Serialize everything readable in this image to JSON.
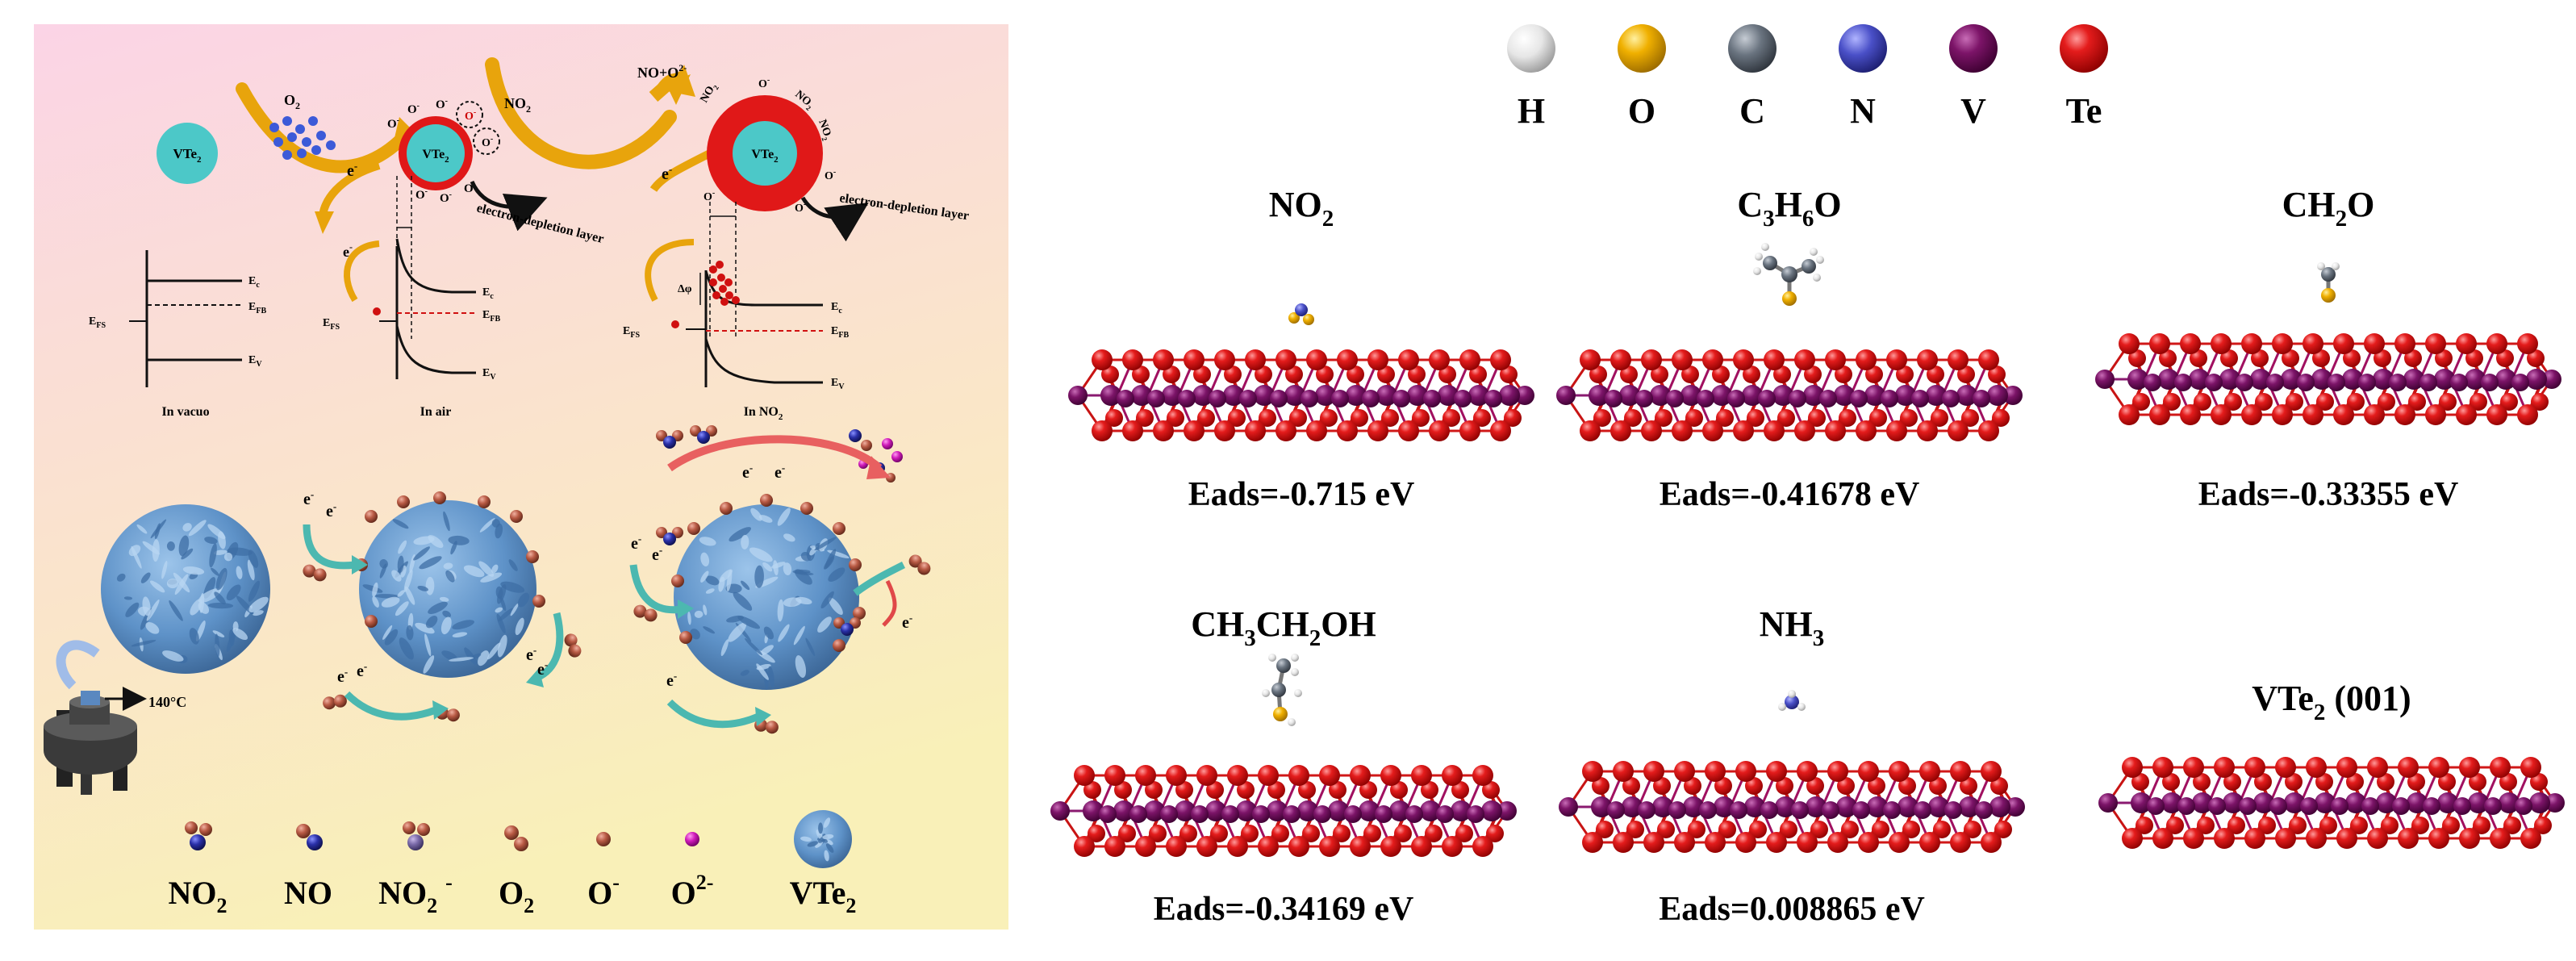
{
  "left_panel": {
    "core_label": "VTe",
    "core_sub": "2",
    "gas_o2": "O",
    "gas_o2_sub": "2",
    "gas_no2": "NO",
    "gas_no2_sub": "2",
    "product": "NO+O",
    "product_sup": "2-",
    "electron": "e",
    "electron_sup": "-",
    "ion_o": "O",
    "ion_sup": "-",
    "ion_no2": "NO",
    "ion_no2_sub": "2",
    "depletion_label": "electron-depletion layer",
    "band": {
      "ec": "E",
      "ec_sub": "c",
      "efb": "E",
      "efb_sub": "FB",
      "efs": "E",
      "efs_sub": "FS",
      "ev": "E",
      "ev_sub": "V",
      "delta_phi": "Δφ"
    },
    "captions": {
      "vacuo": "In vacuo",
      "air": "In air",
      "no2": "In NO",
      "no2_sub": "2"
    },
    "temperature": "140°C",
    "legend": [
      {
        "id": "no2",
        "label": "NO",
        "sub": "2",
        "sup": ""
      },
      {
        "id": "no",
        "label": "NO",
        "sub": "",
        "sup": ""
      },
      {
        "id": "no2ion",
        "label": "NO",
        "sub": "2",
        "sup": "-"
      },
      {
        "id": "o2",
        "label": "O",
        "sub": "2",
        "sup": ""
      },
      {
        "id": "oion",
        "label": "O",
        "sub": "",
        "sup": "-"
      },
      {
        "id": "o2ion",
        "label": "O",
        "sub": "",
        "sup": "2-"
      },
      {
        "id": "vte2",
        "label": "VTe",
        "sub": "2",
        "sup": ""
      }
    ]
  },
  "element_legend": [
    {
      "symbol": "H",
      "color": "#ececec"
    },
    {
      "symbol": "O",
      "color": "#f1b400"
    },
    {
      "symbol": "C",
      "color": "#6b7480"
    },
    {
      "symbol": "N",
      "color": "#4a50c8"
    },
    {
      "symbol": "V",
      "color": "#7a1466"
    },
    {
      "symbol": "Te",
      "color": "#e01818"
    }
  ],
  "structures": [
    {
      "id": "no2",
      "title": "NO",
      "title_sub": "2",
      "title_rest": "",
      "energy": "Eads=-0.715 eV"
    },
    {
      "id": "acetone",
      "title": "C",
      "title_sub": "3",
      "title_rest": "H",
      "title_sub2": "6",
      "title_rest2": "O",
      "energy": "Eads=-0.41678 eV"
    },
    {
      "id": "ch2o",
      "title": "CH",
      "title_sub": "2",
      "title_rest": "O",
      "energy": "Eads=-0.33355 eV"
    },
    {
      "id": "ethanol",
      "title": "CH",
      "title_sub": "3",
      "title_rest": "CH",
      "title_sub2": "2",
      "title_rest2": "OH",
      "energy": "Eads=-0.34169 eV"
    },
    {
      "id": "nh3",
      "title": "NH",
      "title_sub": "3",
      "title_rest": "",
      "energy": "Eads=0.008865 eV"
    },
    {
      "id": "vte2",
      "title": "VTe",
      "title_sub": "2",
      "title_rest": " (001)",
      "energy": ""
    }
  ]
}
